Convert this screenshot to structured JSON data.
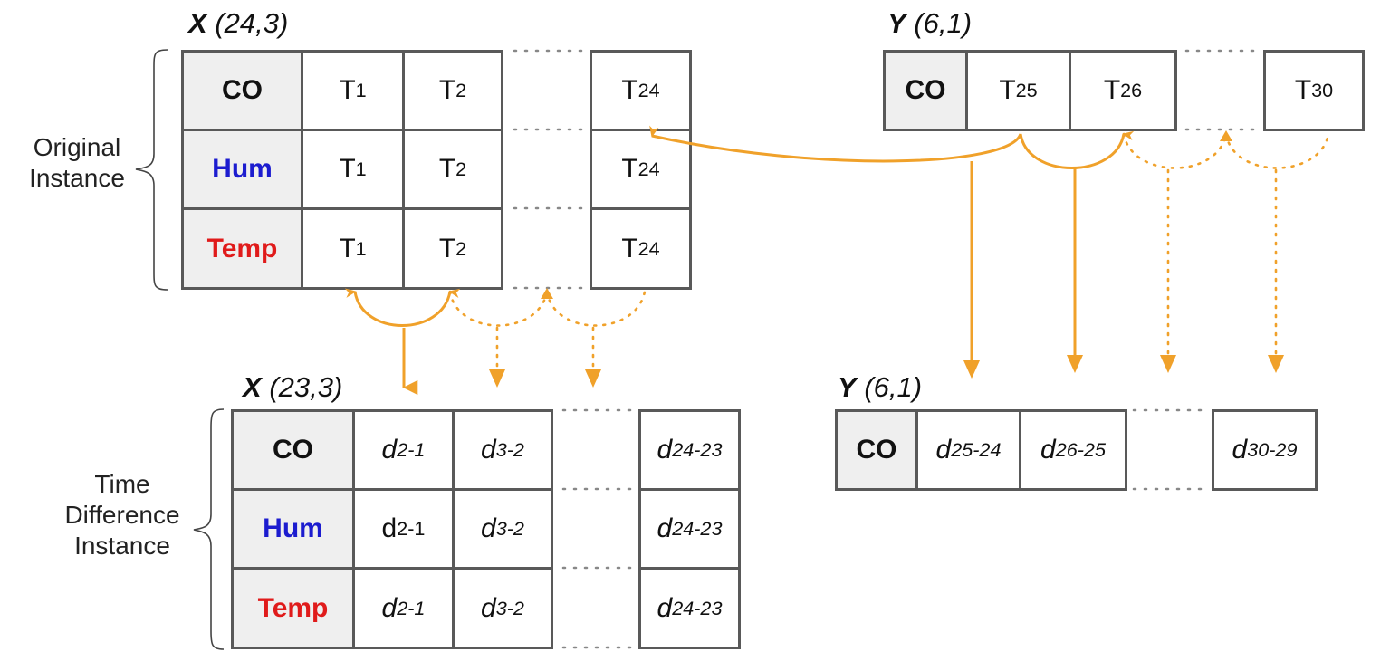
{
  "colors": {
    "arrow": "#f0a12a",
    "border": "#595959",
    "header_bg": "#efefef",
    "hum": "#1c1ccf",
    "temp": "#e01b1b"
  },
  "top_left": {
    "title_var": "X",
    "title_shape": "(24,3)",
    "side_label_1": "Original",
    "side_label_2": "Instance",
    "rows": [
      {
        "label": "CO",
        "cells": [
          {
            "b": "T",
            "s": "1"
          },
          {
            "b": "T",
            "s": "2"
          },
          {
            "b": "T",
            "s": "24"
          }
        ]
      },
      {
        "label": "Hum",
        "cells": [
          {
            "b": "T",
            "s": "1"
          },
          {
            "b": "T",
            "s": "2"
          },
          {
            "b": "T",
            "s": "24"
          }
        ]
      },
      {
        "label": "Temp",
        "cells": [
          {
            "b": "T",
            "s": "1"
          },
          {
            "b": "T",
            "s": "2"
          },
          {
            "b": "T",
            "s": "24"
          }
        ]
      }
    ]
  },
  "top_right": {
    "title_var": "Y",
    "title_shape": "(6,1)",
    "row": {
      "label": "CO",
      "cells": [
        {
          "b": "T",
          "s": "25"
        },
        {
          "b": "T",
          "s": "26"
        },
        {
          "b": "T",
          "s": "30"
        }
      ]
    }
  },
  "bottom_left": {
    "title_var": "X",
    "title_shape": "(23,3)",
    "side_label_1": "Time",
    "side_label_2": "Difference",
    "side_label_3": "Instance",
    "rows": [
      {
        "label": "CO",
        "cells": [
          {
            "b": "d",
            "s": "2-1"
          },
          {
            "b": "d",
            "s": "3-2"
          },
          {
            "b": "d",
            "s": "24-23"
          }
        ]
      },
      {
        "label": "Hum",
        "cells": [
          {
            "b": "d",
            "s": "2-1"
          },
          {
            "b": "d",
            "s": "3-2"
          },
          {
            "b": "d",
            "s": "24-23"
          }
        ]
      },
      {
        "label": "Temp",
        "cells": [
          {
            "b": "d",
            "s": "2-1"
          },
          {
            "b": "d",
            "s": "3-2"
          },
          {
            "b": "d",
            "s": "24-23"
          }
        ]
      }
    ]
  },
  "bottom_right": {
    "title_var": "Y",
    "title_shape": "(6,1)",
    "row": {
      "label": "CO",
      "cells": [
        {
          "b": "d",
          "s": "25-24"
        },
        {
          "b": "d",
          "s": "26-25"
        },
        {
          "b": "d",
          "s": "30-29"
        }
      ]
    }
  }
}
